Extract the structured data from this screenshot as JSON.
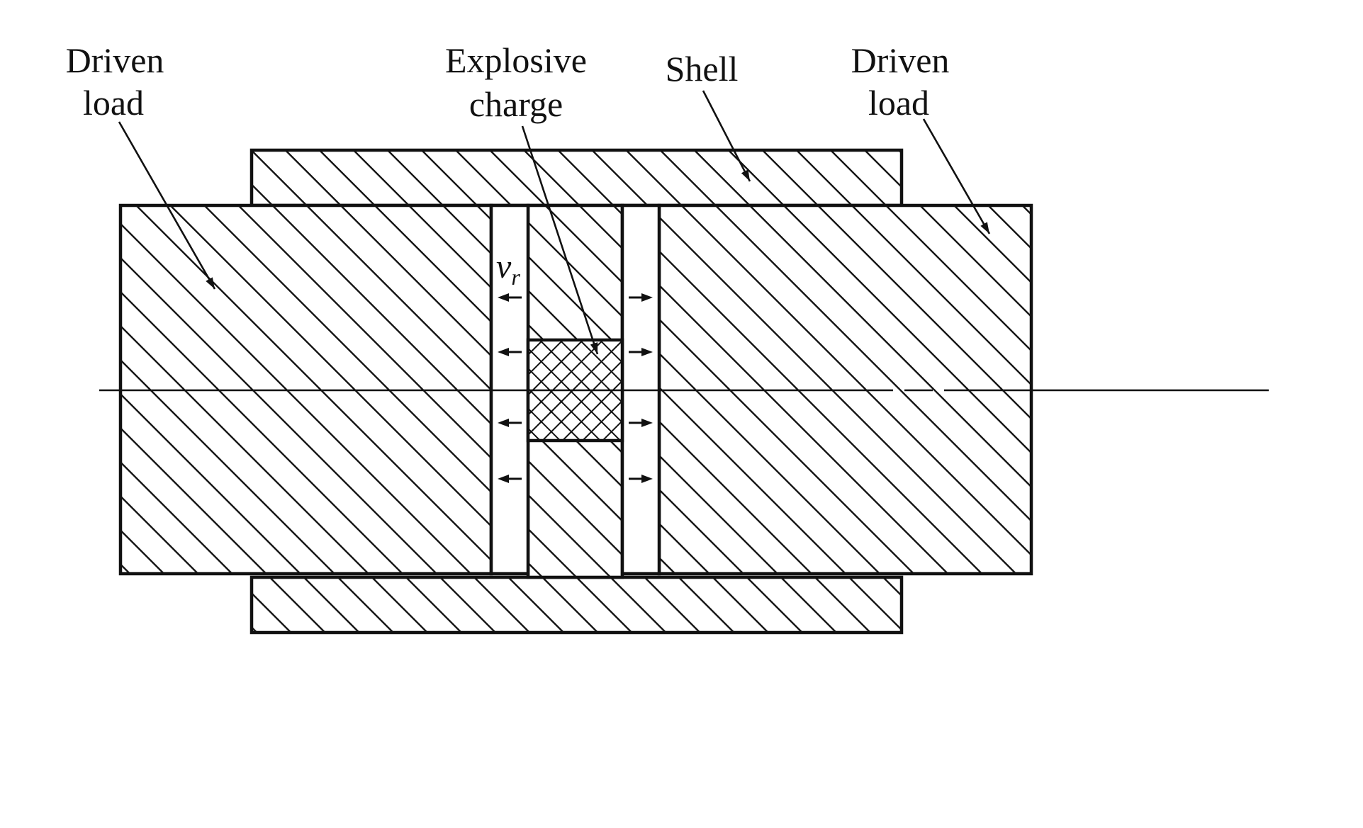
{
  "diagram": {
    "title_implicit": "Explosive welding / shell with explosive charge cross-section",
    "labels": {
      "driven_load_left": {
        "line1": "Driven",
        "line2": "load"
      },
      "explosive_charge": {
        "line1": "Explosive",
        "line2": "charge"
      },
      "shell": "Shell",
      "driven_load_right": {
        "line1": "Driven",
        "line2": "load"
      }
    },
    "velocity": {
      "symbol": "v",
      "subscript": "r"
    },
    "colors": {
      "line": "#111111",
      "background": "#ffffff"
    }
  }
}
